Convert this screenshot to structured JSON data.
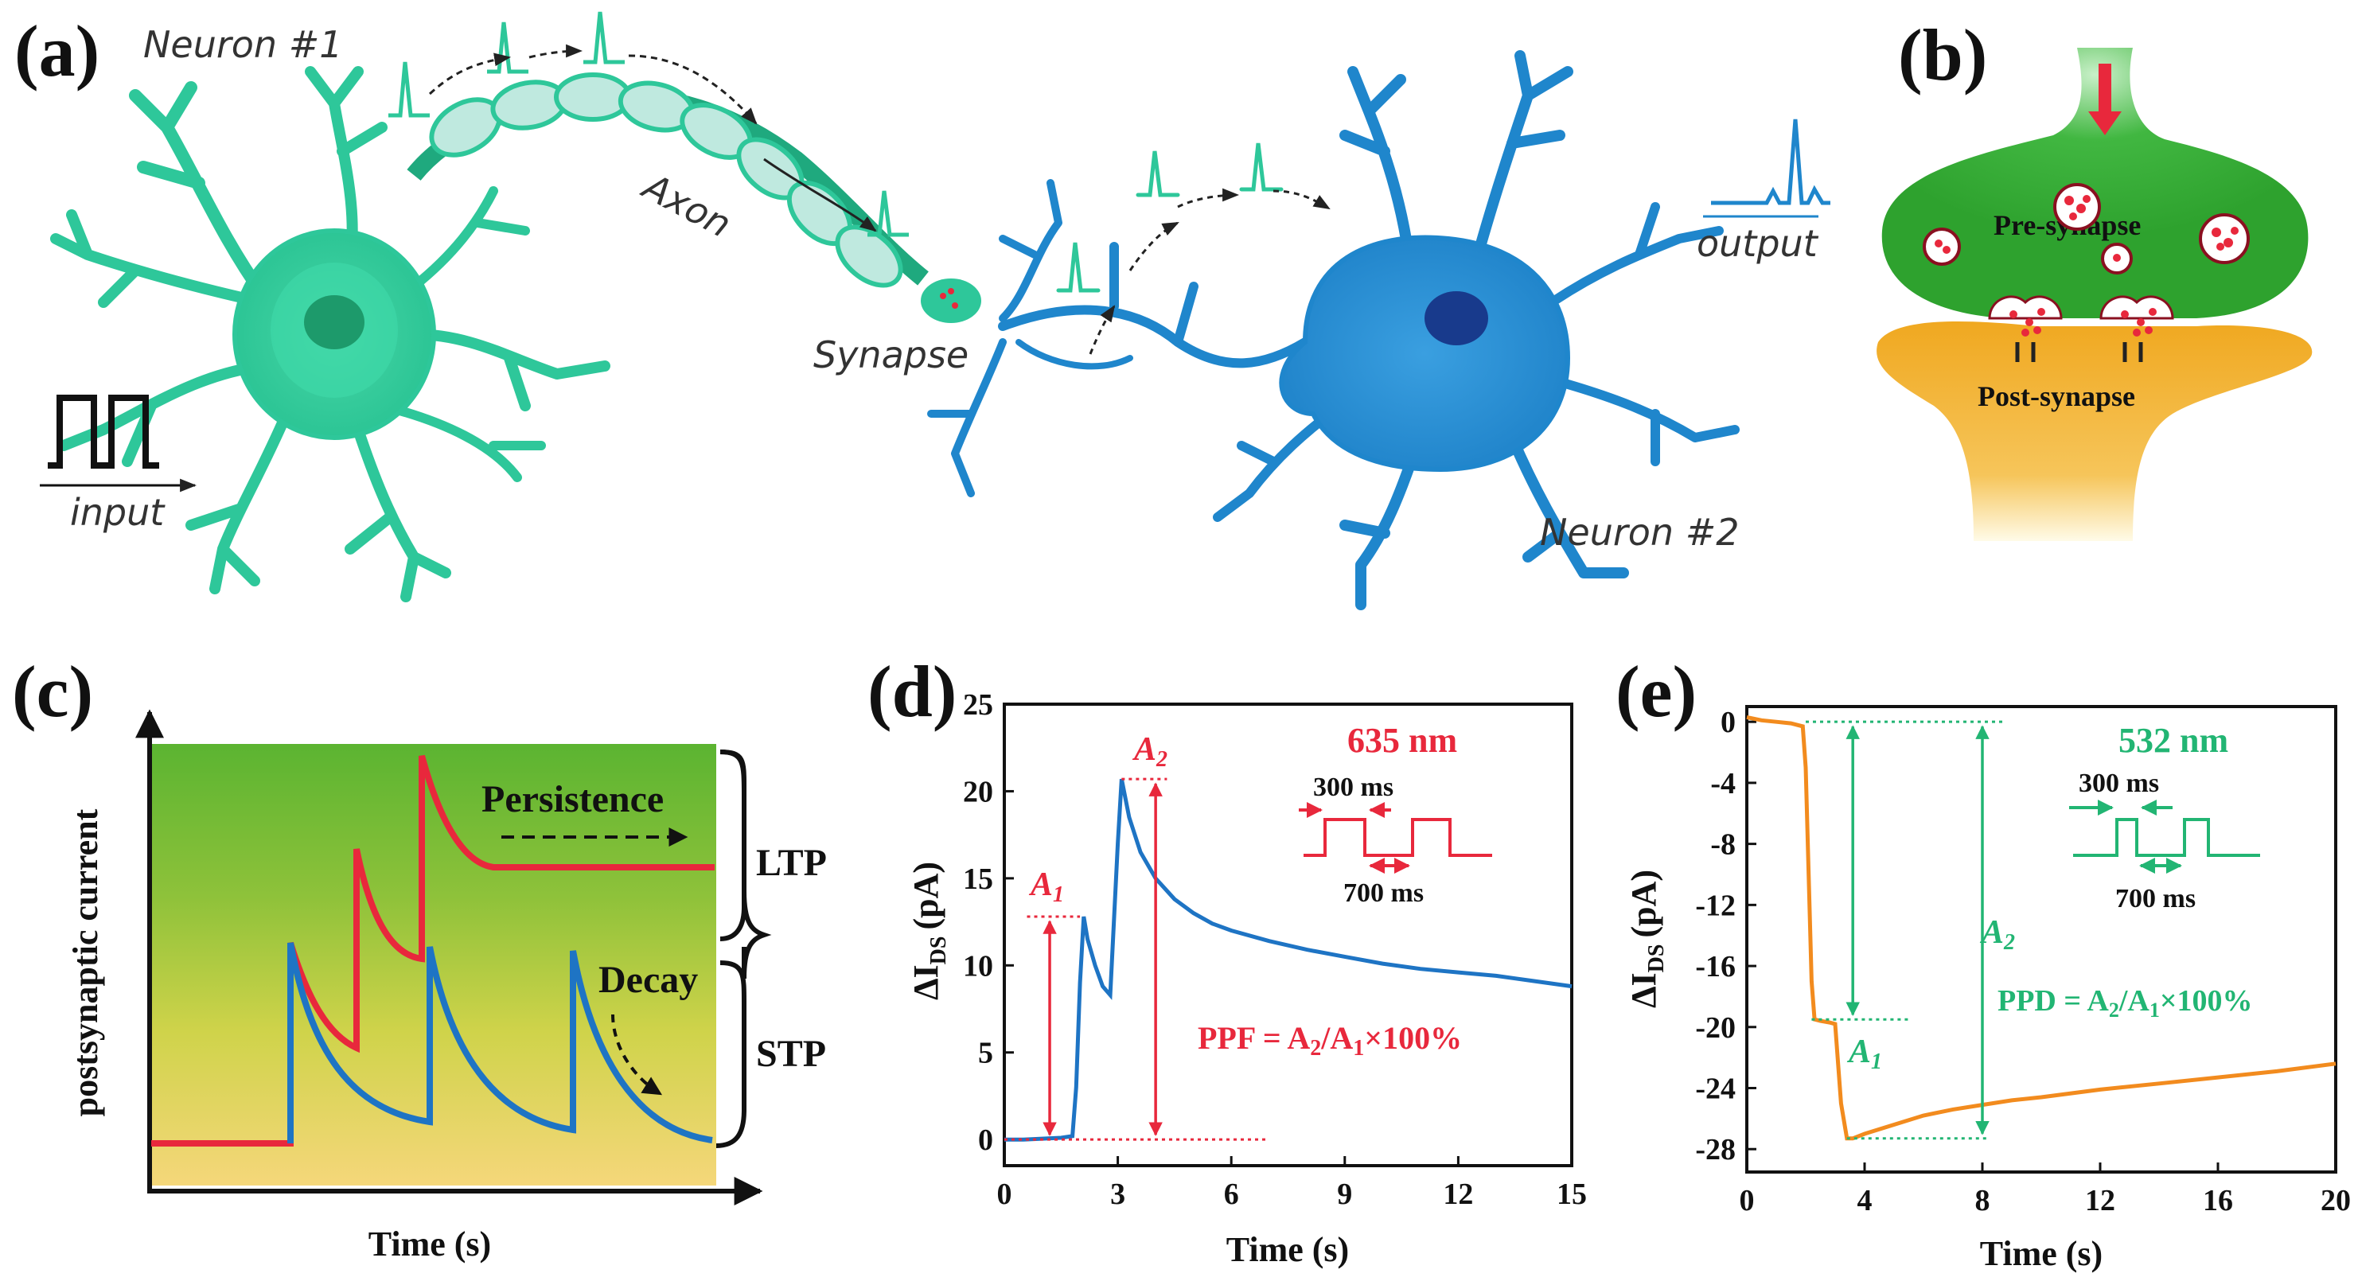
{
  "panel_a": {
    "letter": "(a)",
    "neuron1_label": "Neuron #1",
    "neuron2_label": "Neuron #2",
    "axon_label": "Axon",
    "synapse_label": "Synapse",
    "input_label": "input",
    "output_label": "output"
  },
  "panel_b": {
    "letter": "(b)",
    "pre_label": "Pre-synapse",
    "post_label": "Post-synapse"
  },
  "panel_c": {
    "letter": "(c)",
    "ylabel": "postsynaptic current",
    "xlabel": "Time (s)",
    "persistence_label": "Persistence",
    "decay_label": "Decay",
    "ltp_label": "LTP",
    "stp_label": "STP"
  },
  "colors": {
    "neuron1": "#2ec79a",
    "neuron2": "#1f86cc",
    "pre_synapse": "#3bb33b",
    "post_synapse": "#f0a820",
    "red_curve": "#e8283c",
    "blue_curve": "#1e74c4",
    "orange_curve": "#f28b1e",
    "green_annot": "#22b573"
  },
  "chart_data": [
    {
      "panel": "(d)",
      "type": "line",
      "xlabel": "Time (s)",
      "ylabel_main": "ΔI",
      "ylabel_sub": "DS",
      "ylabel_unit": "(pA)",
      "xlim": [
        0,
        15
      ],
      "ylim": [
        -1.5,
        25
      ],
      "xticks": [
        0,
        3,
        6,
        9,
        12,
        15
      ],
      "yticks": [
        0,
        5,
        10,
        15,
        20,
        25
      ],
      "series": [
        {
          "x": [
            0,
            0.5,
            1,
            1.5,
            1.8,
            1.9,
            2.0,
            2.1,
            2.2,
            2.4,
            2.6,
            2.8,
            3.0,
            3.1,
            3.3,
            3.6,
            4,
            4.5,
            5,
            5.5,
            6,
            7,
            8,
            9,
            10,
            11,
            12,
            13,
            14,
            15
          ],
          "y": [
            0,
            0,
            0.05,
            0.1,
            0.2,
            3,
            9,
            12.8,
            11.5,
            10,
            8.8,
            8.3,
            17,
            20.7,
            18.5,
            16.5,
            15,
            13.8,
            13,
            12.4,
            12,
            11.4,
            10.9,
            10.5,
            10.1,
            9.8,
            9.6,
            9.4,
            9.1,
            8.8
          ]
        }
      ],
      "annotations": {
        "wavelength": "635 nm",
        "on_time": "300 ms",
        "off_time": "700 ms",
        "a1": "A",
        "a1_sub": "1",
        "a2": "A",
        "a2_sub": "2",
        "a1_value": 12.8,
        "a2_value": 20.7,
        "formula_prefix": "PPF = A",
        "formula_sub2": "2",
        "formula_mid": "/A",
        "formula_sub1": "1",
        "formula_suffix": "×100%"
      }
    },
    {
      "panel": "(e)",
      "type": "line",
      "xlabel": "Time (s)",
      "ylabel_main": "ΔI",
      "ylabel_sub": "DS",
      "ylabel_unit": "(pA)",
      "xlim": [
        0,
        20
      ],
      "ylim": [
        -29.5,
        1
      ],
      "xticks": [
        0,
        4,
        8,
        12,
        16,
        20
      ],
      "yticks": [
        0,
        -4,
        -8,
        -12,
        -16,
        -20,
        -24,
        -28
      ],
      "series": [
        {
          "x": [
            0,
            0.5,
            1,
            1.5,
            1.9,
            2.0,
            2.1,
            2.2,
            2.3,
            2.5,
            2.8,
            3.0,
            3.2,
            3.4,
            3.6,
            4,
            5,
            6,
            7,
            8,
            9,
            10,
            12,
            14,
            16,
            18,
            20
          ],
          "y": [
            0.3,
            0.1,
            0,
            -0.1,
            -0.3,
            -3,
            -10,
            -17,
            -19.5,
            -19.6,
            -19.7,
            -19.8,
            -25,
            -27.3,
            -27.3,
            -27.0,
            -26.4,
            -25.8,
            -25.4,
            -25.1,
            -24.8,
            -24.6,
            -24.1,
            -23.7,
            -23.3,
            -22.9,
            -22.4
          ]
        }
      ],
      "annotations": {
        "wavelength": "532 nm",
        "on_time": "300 ms",
        "off_time": "700 ms",
        "a1": "A",
        "a1_sub": "1",
        "a2": "A",
        "a2_sub": "2",
        "a1_value": -19.5,
        "a2_value": -27.3,
        "formula_prefix": "PPD = A",
        "formula_sub2": "2",
        "formula_mid": "/A",
        "formula_sub1": "1",
        "formula_suffix": "×100%"
      }
    }
  ]
}
